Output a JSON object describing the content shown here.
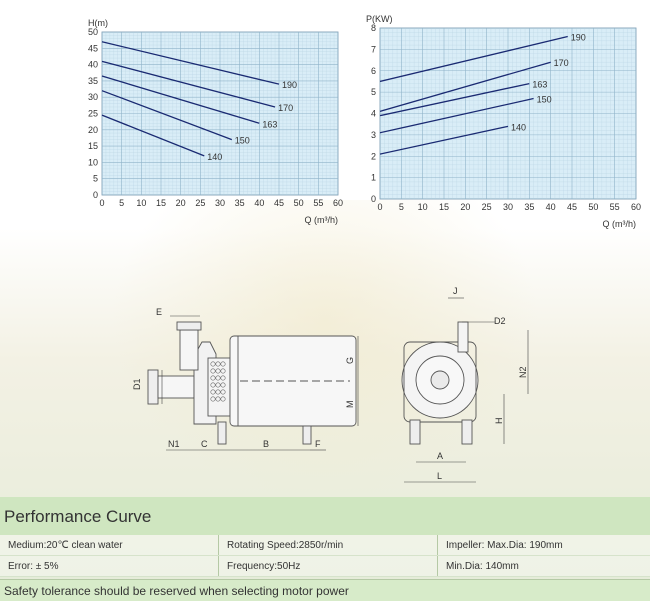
{
  "chart_data": [
    {
      "type": "line",
      "ylabel": "H(m)",
      "xlabel": "Q (m³/h)",
      "xlim": [
        0,
        60
      ],
      "ylim": [
        0,
        50
      ],
      "xticks": [
        0,
        5,
        10,
        15,
        20,
        25,
        30,
        35,
        40,
        45,
        50,
        55,
        60
      ],
      "yticks": [
        0,
        5,
        10,
        15,
        20,
        25,
        30,
        35,
        40,
        45,
        50
      ],
      "grid": true,
      "series": [
        {
          "name": "190",
          "x": [
            0,
            45
          ],
          "y": [
            47,
            34
          ]
        },
        {
          "name": "170",
          "x": [
            0,
            44
          ],
          "y": [
            41,
            27
          ]
        },
        {
          "name": "163",
          "x": [
            0,
            40
          ],
          "y": [
            36.5,
            22
          ]
        },
        {
          "name": "150",
          "x": [
            0,
            33
          ],
          "y": [
            32,
            17
          ]
        },
        {
          "name": "140",
          "x": [
            0,
            26
          ],
          "y": [
            24.5,
            12
          ]
        }
      ]
    },
    {
      "type": "line",
      "ylabel": "P(KW)",
      "xlabel": "Q (m³/h)",
      "xlim": [
        0,
        60
      ],
      "ylim": [
        0,
        8
      ],
      "xticks": [
        0,
        5,
        10,
        15,
        20,
        25,
        30,
        35,
        40,
        45,
        50,
        55,
        60
      ],
      "yticks": [
        0,
        1,
        2,
        3,
        4,
        5,
        6,
        7,
        8
      ],
      "grid": true,
      "series": [
        {
          "name": "190",
          "x": [
            0,
            44
          ],
          "y": [
            5.5,
            7.6
          ]
        },
        {
          "name": "170",
          "x": [
            0,
            40
          ],
          "y": [
            4.1,
            6.4
          ]
        },
        {
          "name": "163",
          "x": [
            0,
            35
          ],
          "y": [
            3.9,
            5.4
          ]
        },
        {
          "name": "150",
          "x": [
            0,
            36
          ],
          "y": [
            3.1,
            4.7
          ]
        },
        {
          "name": "140",
          "x": [
            0,
            30
          ],
          "y": [
            2.1,
            3.4
          ]
        }
      ]
    }
  ],
  "colors": {
    "plot_bg": "#d9edf7",
    "grid": "#b9d4e2",
    "line": "#1a2a72",
    "section_bg": "#cfe6c0"
  },
  "drawing": {
    "labels": [
      "E",
      "D1",
      "N1",
      "C",
      "B",
      "F",
      "G",
      "M",
      "J",
      "D2",
      "N2",
      "H",
      "A",
      "L"
    ]
  },
  "section": {
    "title": "Performance Curve"
  },
  "specs": {
    "rows": [
      [
        "Medium:20℃ clean water",
        "Rotating Speed:2850r/min",
        "Impeller: Max.Dia: 190mm"
      ],
      [
        "Error: ± 5%",
        "Frequency:50Hz",
        "Min.Dia: 140mm"
      ]
    ],
    "note": "Safety tolerance should be reserved when selecting motor power"
  }
}
